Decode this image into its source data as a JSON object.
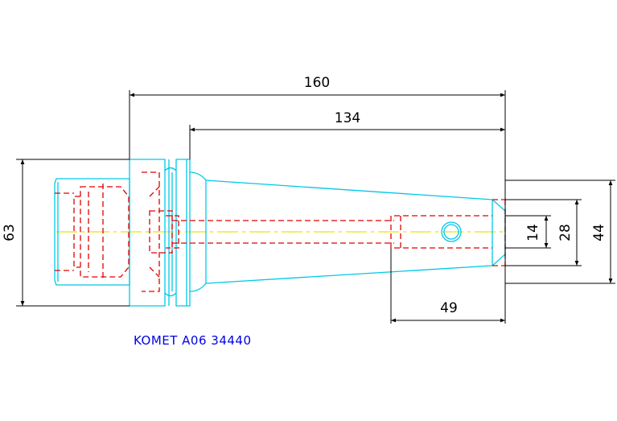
{
  "drawing": {
    "caption": "KOMET A06 34440",
    "dimensions": {
      "overall_length": "160",
      "shank_length": "134",
      "diameter_63": "63",
      "bore_14": "14",
      "bore_28": "28",
      "end_44": "44",
      "depth_49": "49"
    },
    "colors": {
      "outline": "#00c8e8",
      "hidden": "#e00000",
      "centerline": "#e6e600",
      "dimension": "#000000",
      "caption": "#0000e6"
    }
  }
}
